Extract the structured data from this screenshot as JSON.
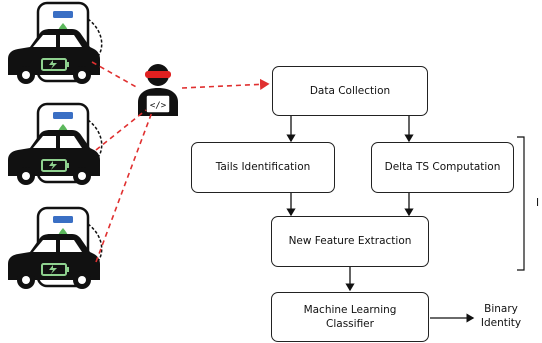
{
  "nodes": {
    "data_collection": "Data Collection",
    "tails_identification": "Tails Identification",
    "delta_ts_computation": "Delta TS Computation",
    "new_feature_extraction": "New Feature Extraction",
    "ml_classifier_line1": "Machine Learning",
    "ml_classifier_line2": "Classifier"
  },
  "output": {
    "line1": "Binary",
    "line2": "Identity"
  },
  "bracket_label": "I",
  "icons": {
    "vehicles": [
      "ev-charging-car-icon",
      "ev-charging-car-icon",
      "ev-charging-car-icon"
    ],
    "attacker": "hacker-with-laptop-icon"
  },
  "colors": {
    "link_dashed": "#e03030",
    "arrow": "#111111",
    "charger_leaf": "#5cb85c",
    "battery": "#8fd18f",
    "screen": "#3a6fc4",
    "goggles": "#e02020"
  }
}
